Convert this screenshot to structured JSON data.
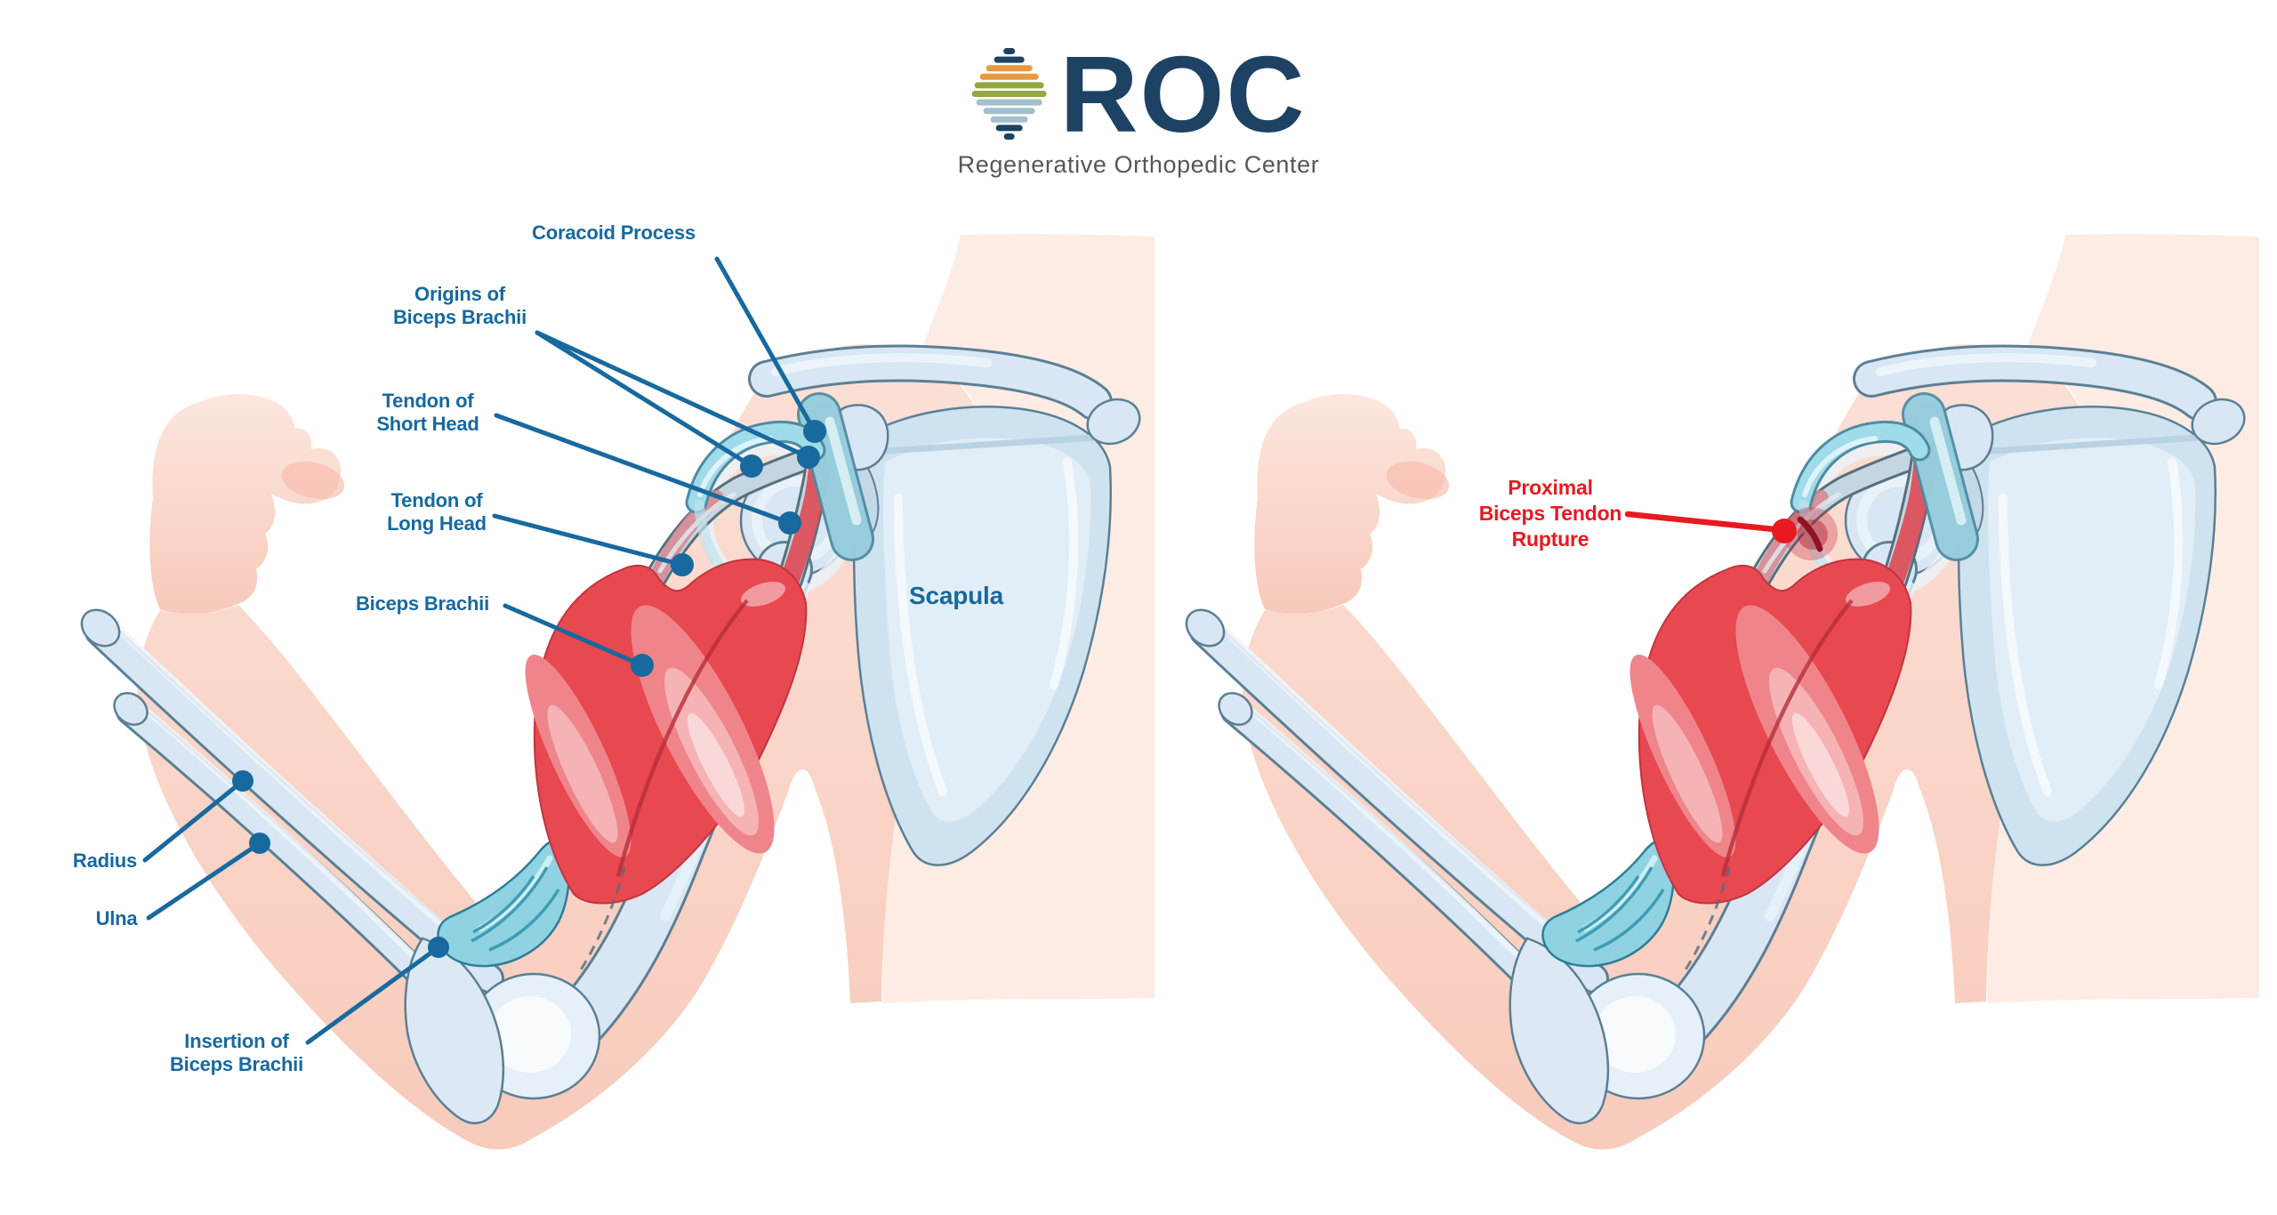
{
  "logo": {
    "acronym": "ROC",
    "subtitle": "Regenerative Orthopedic Center",
    "icon": "striped-diamond-logo-icon",
    "colors": {
      "navy": "#1d4263",
      "orange": "#e79a3d",
      "green": "#93a83d",
      "light_blue": "#a4bfcd",
      "subtitle_gray": "#57575a"
    }
  },
  "labels": {
    "coracoid_process": "Coracoid Process",
    "origins_of_biceps_brachii": "Origins of\nBiceps Brachii",
    "tendon_of_short_head": "Tendon of\nShort Head",
    "tendon_of_long_head": "Tendon of\nLong Head",
    "biceps_brachii": "Biceps Brachii",
    "scapula": "Scapula",
    "radius": "Radius",
    "ulna": "Ulna",
    "insertion_of_biceps_brachii": "Insertion of\nBiceps Brachii"
  },
  "rupture_label": "Proximal\nBiceps Tendon\nRupture",
  "colors": {
    "label_blue": "#17699e",
    "rupture_red": "#e8191f",
    "muscle_red": "#e8484f",
    "muscle_highlight": "#f6b3b5",
    "bone_fill": "#d8e7f3",
    "bone_outline": "#5b7f95",
    "tendon_teal": "#8fd3e2",
    "skin_salmon": "#f8cdbe",
    "skin_wash": "#fdece4",
    "background": "#ffffff"
  }
}
